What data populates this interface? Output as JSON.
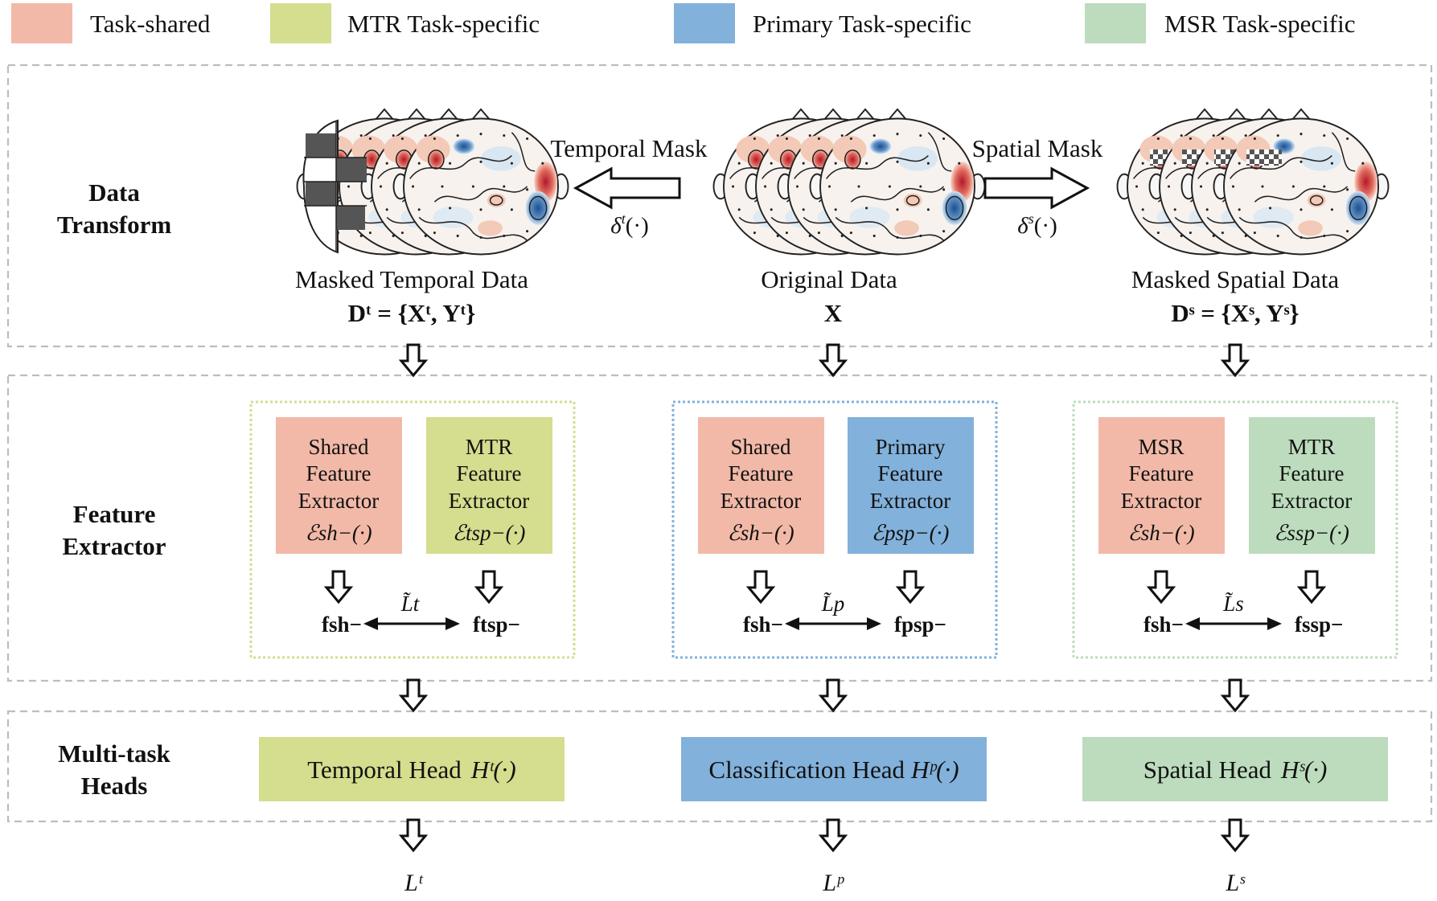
{
  "colors": {
    "task_shared": "#f2b9a8",
    "mtr_specific": "#d5dd8e",
    "primary_specific": "#82b1db",
    "msr_specific": "#bcdcbd",
    "section_border": "#bdbdbd",
    "mtr_group_border": "#d5dd8e",
    "primary_group_border": "#82b1db",
    "msr_group_border": "#bcdcbd"
  },
  "legend": [
    {
      "label": "Task-shared",
      "color": "#f2b9a8"
    },
    {
      "label": "MTR Task-specific",
      "color": "#d5dd8e"
    },
    {
      "label": "Primary Task-specific",
      "color": "#82b1db"
    },
    {
      "label": "MSR Task-specific",
      "color": "#bcdcbd"
    }
  ],
  "sections": {
    "data_transform": [
      "Data",
      "Transform"
    ],
    "feature_extractor": [
      "Feature",
      "Extractor"
    ],
    "heads": [
      "Multi-task",
      "Heads"
    ]
  },
  "transform": {
    "temporal_mask": {
      "label": "Temporal Mask",
      "symbol": "δ",
      "sup": "t",
      "arg": "(·)"
    },
    "spatial_mask": {
      "label": "Spatial Mask",
      "symbol": "δ",
      "sup": "s",
      "arg": "(·)"
    }
  },
  "data": {
    "temporal": {
      "title": "Masked Temporal Data",
      "formula": "Dᵗ = {Xᵗ, Yᵗ}"
    },
    "original": {
      "title": "Original Data",
      "formula": "X"
    },
    "spatial": {
      "title": "Masked Spatial Data",
      "formula": "Dˢ = {Xˢ, Yˢ}"
    }
  },
  "extractors": {
    "temporal": {
      "left": {
        "lines": [
          "Shared",
          "Feature",
          "Extractor"
        ],
        "math": "ℰsh−(·)",
        "color": "#f2b9a8"
      },
      "right": {
        "lines": [
          "MTR",
          "Feature",
          "Extractor"
        ],
        "math": "ℰtsp−(·)",
        "color": "#d5dd8e"
      },
      "f_left": "fsh−",
      "f_right": "ftsp−",
      "loss": "L̃t"
    },
    "primary": {
      "left": {
        "lines": [
          "Shared",
          "Feature",
          "Extractor"
        ],
        "math": "ℰsh−(·)",
        "color": "#f2b9a8"
      },
      "right": {
        "lines": [
          "Primary",
          "Feature",
          "Extractor"
        ],
        "math": "ℰpsp−(·)",
        "color": "#82b1db"
      },
      "f_left": "fsh−",
      "f_right": "fpsp−",
      "loss": "L̃p"
    },
    "spatial": {
      "left": {
        "lines": [
          "MSR",
          "Feature",
          "Extractor"
        ],
        "math": "ℰsh−(·)",
        "color": "#f2b9a8"
      },
      "right": {
        "lines": [
          "MTR",
          "Feature",
          "Extractor"
        ],
        "math": "ℰssp−(·)",
        "color": "#bcdcbd"
      },
      "f_left": "fsh−",
      "f_right": "fssp−",
      "loss": "L̃s"
    }
  },
  "heads": {
    "temporal": {
      "label": "Temporal Head",
      "math": "Hᵗ(·)",
      "color": "#d5dd8e"
    },
    "primary": {
      "label": "Classification Head",
      "math": "Hᵖ(·)",
      "color": "#82b1db"
    },
    "spatial": {
      "label": "Spatial Head",
      "math": "Hˢ(·)",
      "color": "#bcdcbd"
    }
  },
  "losses": {
    "temporal": "Lᵗ",
    "primary": "Lᵖ",
    "spatial": "Lˢ"
  }
}
